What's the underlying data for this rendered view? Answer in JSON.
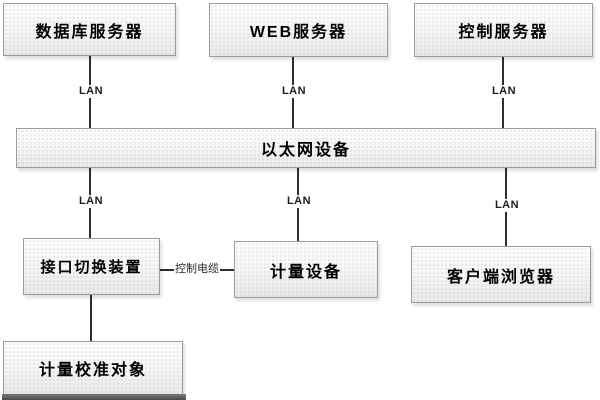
{
  "colors": {
    "background": "#ffffff",
    "box_border": "#9c9c9c",
    "box_fill_top": "#fefefe",
    "box_fill_bottom": "#e8e8e8",
    "line": "#2e2e2e",
    "text": "#000000"
  },
  "nodes": {
    "db_server": {
      "label": "数据库服务器"
    },
    "web_server": {
      "label": "WEB服务器"
    },
    "control_server": {
      "label": "控制服务器"
    },
    "ethernet_device": {
      "label": "以太网设备"
    },
    "interface_switch": {
      "label": "接口切换装置"
    },
    "metering_device": {
      "label": "计量设备"
    },
    "client_browser": {
      "label": "客户端浏览器"
    },
    "calibration_target": {
      "label": "计量校准对象"
    }
  },
  "edge_labels": {
    "lan": "LAN",
    "control_cable": "控制电缆"
  }
}
